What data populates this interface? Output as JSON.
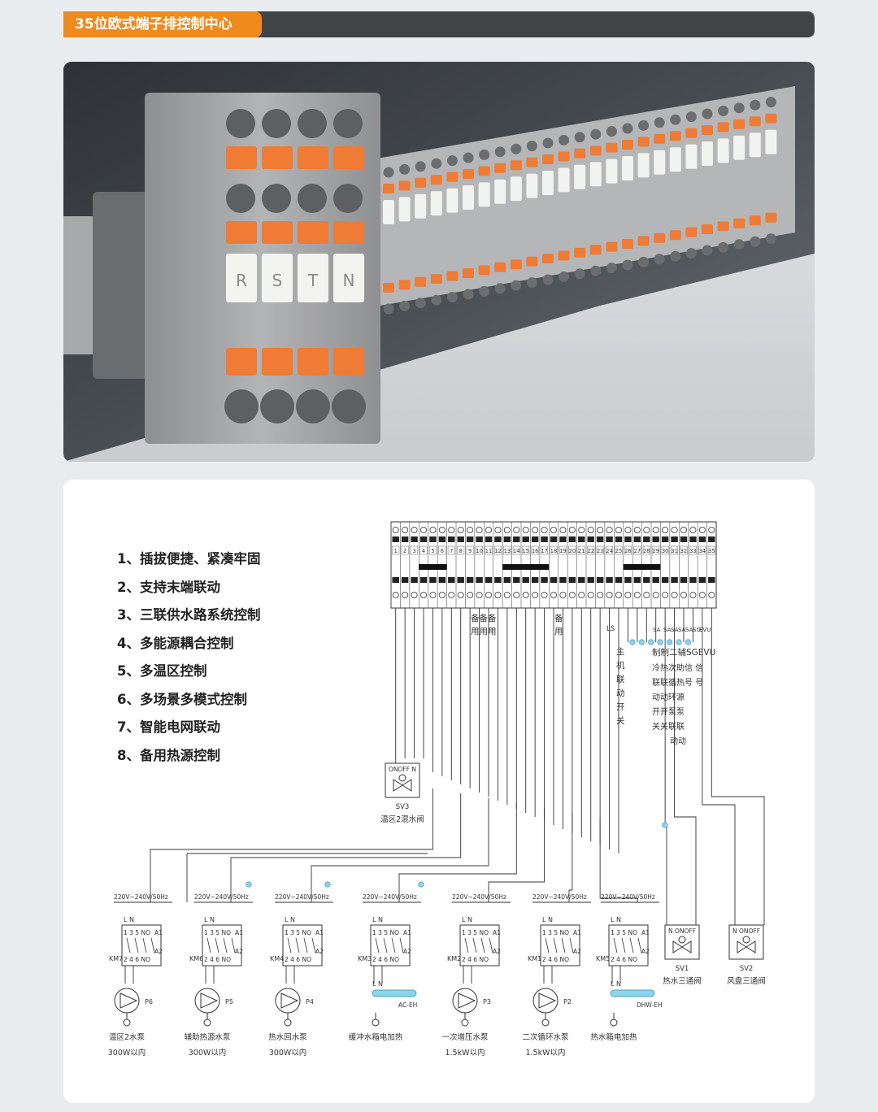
{
  "header": {
    "title": "35位欧式端子排控制中心"
  },
  "photo": {
    "main_labels": [
      "R",
      "S",
      "T",
      "N"
    ]
  },
  "features": [
    "1、插拔便捷、紧凑牢固",
    "2、支持末端联动",
    "3、三联供水路系统控制",
    "4、多能源耦合控制",
    "5、多温区控制",
    "6、多场景多模式控制",
    "7、智能电网联动",
    "8、备用热源控制"
  ],
  "terminals": [
    "1",
    "2",
    "3",
    "4",
    "5",
    "6",
    "7",
    "8",
    "9",
    "10",
    "11",
    "12",
    "13",
    "14",
    "15",
    "16",
    "17",
    "18",
    "19",
    "20",
    "21",
    "22",
    "23",
    "24",
    "25",
    "26",
    "27",
    "28",
    "29",
    "30",
    "31",
    "32",
    "33",
    "34",
    "35"
  ],
  "diagram": {
    "spare1": "备备备",
    "spare1b": "用用用",
    "spare2": "备",
    "spare2b": "用",
    "ls": "LS",
    "host_switch": [
      "主",
      "机",
      "联",
      "动",
      "开",
      "关"
    ],
    "signal_codes": [
      "SA",
      "SA",
      "SA",
      "SA",
      "SA",
      "SG",
      "EVU"
    ],
    "sig_top": "制制二辅SGEVU",
    "sig_r1": "冷热次助信  信",
    "sig_r2": "联联循热号  号",
    "sig_r3": "动动环源",
    "sig_r4": "开开泵泵",
    "sig_r5": "关关联联",
    "sig_r6": "动动",
    "sv3_code": "SV3",
    "sv3_label": "温区2混水阀",
    "sv3_terms": "ONOFF N",
    "sv1_code": "SV1",
    "sv1_label": "热水三通阀",
    "sv1_terms": "N  ONOFF",
    "sv2_code": "SV2",
    "sv2_label": "风盘三通阀",
    "sv2_terms": "N  ONOFF",
    "voltage": "220V~240V/50Hz",
    "relay_top": "L  N",
    "relay_r1": "1  3  5 NO",
    "relay_r3": "2  4  6 NO",
    "a1": "A1",
    "a2": "A2",
    "units": [
      {
        "km": "KM7",
        "dev": "P6",
        "name": "温区2水泵",
        "power": "300W以内",
        "type": "pump"
      },
      {
        "km": "KM6",
        "dev": "P5",
        "name": "辅助热源水泵",
        "power": "300W以内",
        "type": "pump"
      },
      {
        "km": "KM4",
        "dev": "P4",
        "name": "热水回水泵",
        "power": "300W以内",
        "type": "pump"
      },
      {
        "km": "KM3",
        "dev": "AC-EH",
        "name": "缓冲水箱电加热",
        "power": "",
        "type": "heater"
      },
      {
        "km": "KM2",
        "dev": "P3",
        "name": "一次增压水泵",
        "power": "1.5kW以内",
        "type": "pump"
      },
      {
        "km": "KM1",
        "dev": "P2",
        "name": "二次循环水泵",
        "power": "1.5kW以内",
        "type": "pump"
      },
      {
        "km": "KM5",
        "dev": "DHW-EH",
        "name": "热水箱电加热",
        "power": "",
        "type": "heater"
      }
    ]
  }
}
